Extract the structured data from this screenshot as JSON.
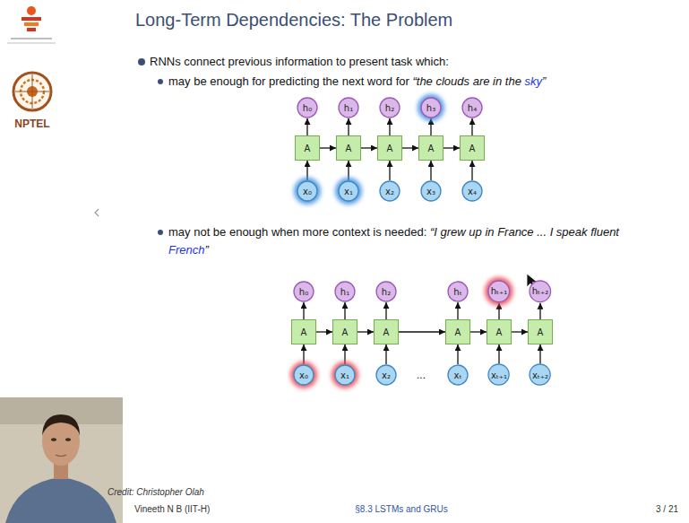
{
  "diagram": {
    "title": "Long-Term Dependencies: The Problem",
    "nodes": [
      {
        "text": [
          "h₀"
        ]
      },
      {
        "text": [
          "h₁"
        ]
      },
      {
        "text": [
          "h₂"
        ]
      },
      {
        "text": [
          "h₃"
        ]
      },
      {
        "text": [
          "h₄"
        ]
      },
      {
        "text": [
          "A"
        ]
      },
      {
        "text": [
          "A"
        ]
      },
      {
        "text": [
          "A"
        ]
      },
      {
        "text": [
          "A"
        ]
      },
      {
        "text": [
          "A"
        ]
      },
      {
        "text": [
          "x₀"
        ]
      },
      {
        "text": [
          "x₁"
        ]
      },
      {
        "text": [
          "x₂"
        ]
      },
      {
        "text": [
          "x₃"
        ]
      },
      {
        "text": [
          "x₄"
        ]
      },
      {
        "text": [
          "h₀"
        ]
      },
      {
        "text": [
          "h₁"
        ]
      },
      {
        "text": [
          "h₂"
        ]
      },
      {
        "text": [
          "hₜ"
        ]
      },
      {
        "text": [
          "hₜ₊₁"
        ]
      },
      {
        "text": [
          "hₜ₊₂"
        ]
      },
      {
        "text": [
          "A"
        ]
      },
      {
        "text": [
          "A"
        ]
      },
      {
        "text": [
          "A"
        ]
      },
      {
        "text": [
          "A"
        ]
      },
      {
        "text": [
          "A"
        ]
      },
      {
        "text": [
          "A"
        ]
      },
      {
        "text": [
          "x₀"
        ]
      },
      {
        "text": [
          "x₁"
        ]
      },
      {
        "text": [
          "x₂"
        ]
      },
      {
        "text": [
          "xₜ"
        ]
      },
      {
        "text": [
          "xₜ₊₁"
        ]
      },
      {
        "text": [
          "xₜ₊₂"
        ]
      }
    ],
    "edges": [
      {
        "from": 10,
        "to": 5,
        "arrow": "to"
      },
      {
        "from": 11,
        "to": 6,
        "arrow": "to"
      },
      {
        "from": 12,
        "to": 7,
        "arrow": "to"
      },
      {
        "from": 13,
        "to": 8,
        "arrow": "to"
      },
      {
        "from": 14,
        "to": 9,
        "arrow": "to"
      },
      {
        "from": 5,
        "to": 0,
        "arrow": "to"
      },
      {
        "from": 6,
        "to": 1,
        "arrow": "to"
      },
      {
        "from": 7,
        "to": 2,
        "arrow": "to"
      },
      {
        "from": 8,
        "to": 3,
        "arrow": "to"
      },
      {
        "from": 9,
        "to": 4,
        "arrow": "to"
      },
      {
        "from": 5,
        "to": 6,
        "arrow": "to"
      },
      {
        "from": 6,
        "to": 7,
        "arrow": "to"
      },
      {
        "from": 7,
        "to": 8,
        "arrow": "to"
      },
      {
        "from": 8,
        "to": 9,
        "arrow": "to"
      },
      {
        "from": 27,
        "to": 21,
        "arrow": "to"
      },
      {
        "from": 28,
        "to": 22,
        "arrow": "to"
      },
      {
        "from": 29,
        "to": 23,
        "arrow": "to"
      },
      {
        "from": 30,
        "to": 24,
        "arrow": "to"
      },
      {
        "from": 31,
        "to": 25,
        "arrow": "to"
      },
      {
        "from": 32,
        "to": 26,
        "arrow": "to"
      },
      {
        "from": 21,
        "to": 15,
        "arrow": "to"
      },
      {
        "from": 22,
        "to": 16,
        "arrow": "to"
      },
      {
        "from": 23,
        "to": 17,
        "arrow": "to"
      },
      {
        "from": 24,
        "to": 18,
        "arrow": "to"
      },
      {
        "from": 25,
        "to": 19,
        "arrow": "to"
      },
      {
        "from": 26,
        "to": 20,
        "arrow": "to"
      },
      {
        "from": 21,
        "to": 22,
        "arrow": "to"
      },
      {
        "from": 22,
        "to": 23,
        "arrow": "to"
      },
      {
        "from": 23,
        "to": 24,
        "arrow": "to"
      },
      {
        "from": 24,
        "to": 25,
        "arrow": "to"
      },
      {
        "from": 25,
        "to": 26,
        "arrow": "to"
      }
    ],
    "labels": [
      "RNNs connect previous information to present task which:",
      "may be enough for predicting the next word for",
      "“the clouds are in the",
      "sky",
      "”",
      "may not be enough when more context is needed:",
      "“I grew up in France ... I speak fluent",
      "French",
      "”",
      "...",
      "Credit: Christopher Olah",
      "Vineeth N B (IIT-H)",
      "§8.3 LSTMs and GRUs",
      "3 / 21",
      "NPTEL"
    ]
  }
}
